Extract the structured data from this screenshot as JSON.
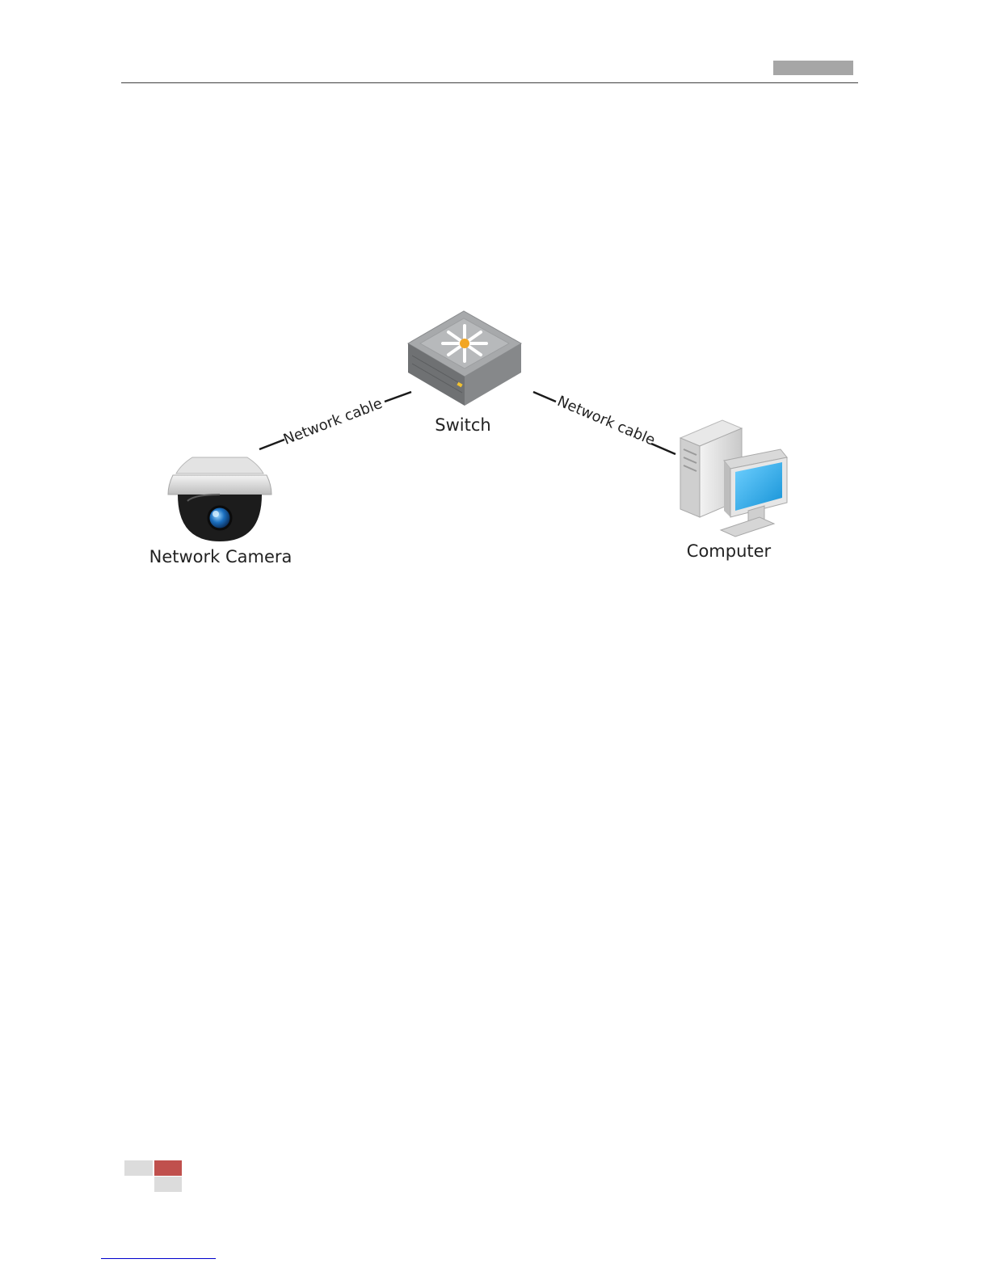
{
  "diagram": {
    "nodes": {
      "switch": {
        "label": "Switch"
      },
      "camera": {
        "label": "Network Camera"
      },
      "computer": {
        "label": "Computer"
      }
    },
    "edges": [
      {
        "from": "camera",
        "to": "switch",
        "label": "Network cable"
      },
      {
        "from": "switch",
        "to": "computer",
        "label": "Network cable"
      }
    ]
  },
  "colors": {
    "header_badge": "#a6a6a6",
    "footer_accent": "#c0504d",
    "footer_grey": "#dcdcdc",
    "screen_blue": "#29a9e6"
  }
}
